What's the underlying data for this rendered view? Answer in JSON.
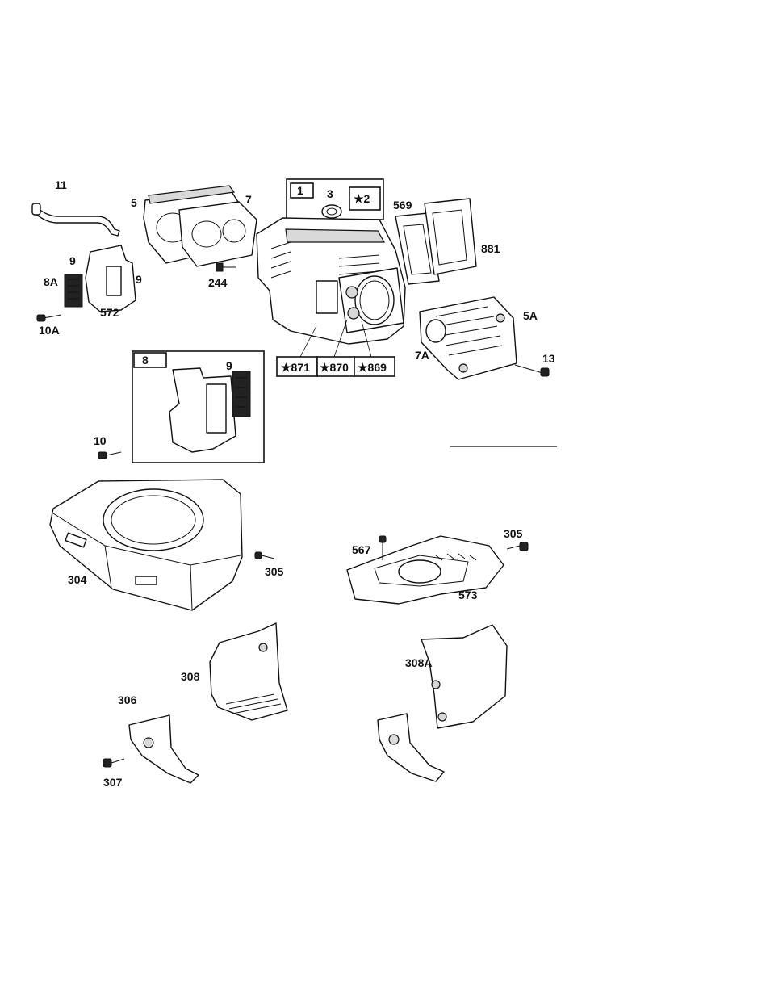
{
  "labels": {
    "l11": "11",
    "l5": "5",
    "l7": "7",
    "l1": "1",
    "l3": "3",
    "l2": "★2",
    "l569": "569",
    "l881": "881",
    "l9a": "9",
    "l8A": "8A",
    "l9b": "9",
    "l572": "572",
    "l10A": "10A",
    "l244": "244",
    "l5A": "5A",
    "l7A": "7A",
    "l13": "13",
    "l871": "★871",
    "l870": "★870",
    "l869": "★869",
    "l8": "8",
    "l9c": "9",
    "l10": "10",
    "l304": "304",
    "l305a": "305",
    "l567": "567",
    "l305b": "305",
    "l573": "573",
    "l308": "308",
    "l308A": "308A",
    "l306": "306",
    "l307": "307"
  }
}
